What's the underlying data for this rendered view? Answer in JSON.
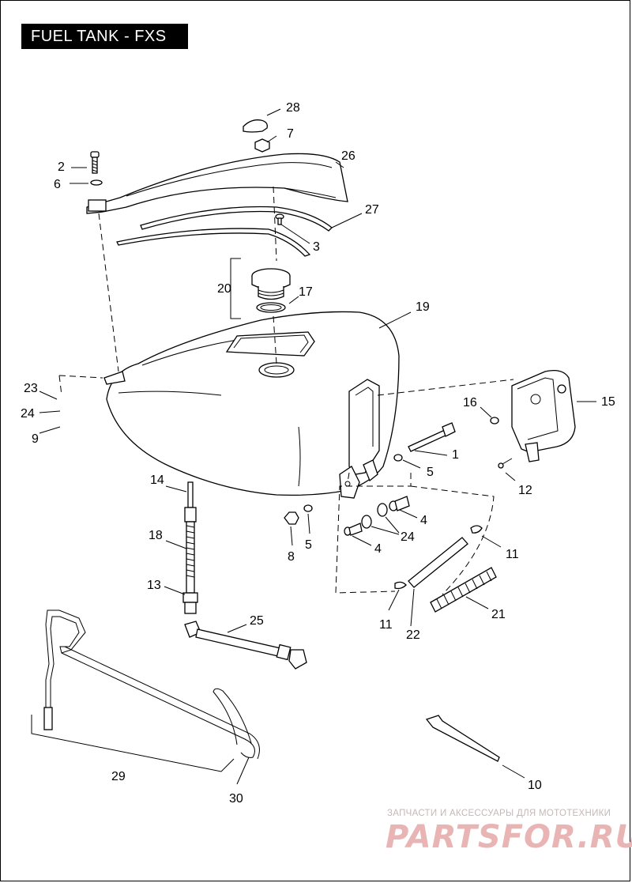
{
  "title": "FUEL TANK - FXS",
  "callouts": [
    "28",
    "7",
    "26",
    "2",
    "6",
    "27",
    "3",
    "20",
    "17",
    "19",
    "23",
    "24",
    "9",
    "16",
    "15",
    "1",
    "5",
    "12",
    "14",
    "18",
    "8",
    "5",
    "4",
    "24",
    "4",
    "11",
    "13",
    "11",
    "22",
    "21",
    "25",
    "29",
    "30",
    "10"
  ],
  "watermark": {
    "tagline": "ЗАПЧАСТИ И АКСЕССУАРЫ ДЛЯ МОТОТЕХНИКИ",
    "logo": "PARTSFOR.RU"
  },
  "colors": {
    "ink": "#000000",
    "paper": "#ffffff",
    "watermark": "#e8b4b4"
  }
}
